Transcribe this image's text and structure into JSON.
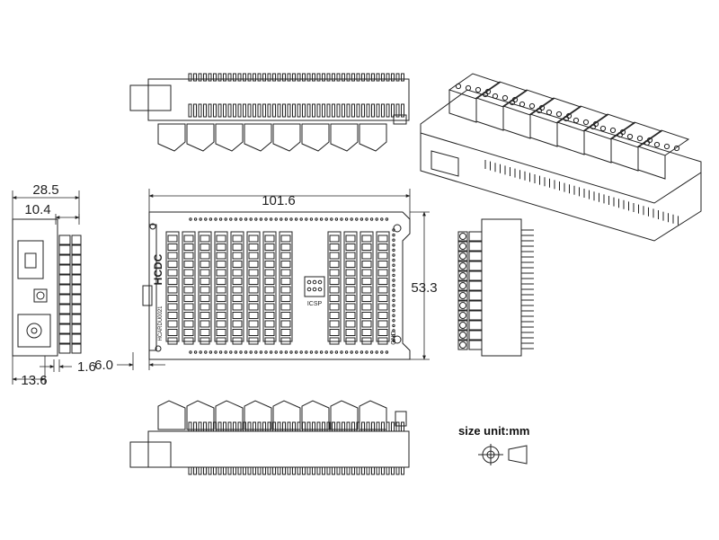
{
  "dimensions": {
    "width_total": "101.6",
    "height_total": "53.3",
    "side_width": "28.5",
    "side_inner": "10.4",
    "side_bottom": "13.6",
    "side_small": "1.6",
    "left_offset": "6.0"
  },
  "board": {
    "logo": "HCDC",
    "model": "HCARDU0021",
    "connector": "ICSP",
    "pin_label": "GND"
  },
  "legend": {
    "unit_label": "size unit:mm"
  },
  "colors": {
    "line": "#222222",
    "terminal_fill": "#ffffff",
    "background": "#ffffff"
  }
}
